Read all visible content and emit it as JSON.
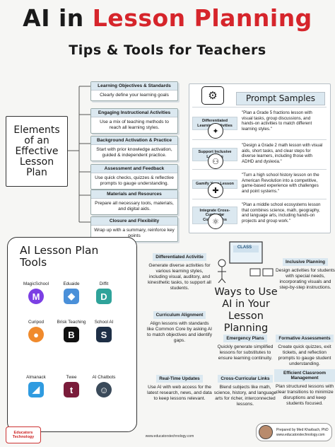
{
  "title": {
    "part1": "AI in ",
    "part2": "Lesson Planning"
  },
  "subtitle": "Tips & Tools for Teachers",
  "elements": {
    "label": "Elements of an Effective Lesson Plan",
    "items": [
      {
        "head": "Learning Objectives & Standards",
        "body": "Clearly define your learning goals"
      },
      {
        "head": "Engaging Instructional Activities",
        "body": "Use a mix of teaching methods to reach all learning styles."
      },
      {
        "head": "Background Activation & Practice",
        "body": "Start with prior knowledge activation, guided & independent practice."
      },
      {
        "head": "Assessment and Feedback",
        "body": "Use quick checks, quizzes & reflective prompts to gauge understanding."
      },
      {
        "head": "Materials and Resources",
        "body": "Prepare all necessary tools, materials, and digital aids."
      },
      {
        "head": "Closure and Flexibility",
        "body": "Wrap up with a summary, reinforce key points"
      }
    ]
  },
  "prompts": {
    "header": "Prompt Samples",
    "rows": [
      {
        "label": "Differentiated Learning Activities",
        "text": "\"Plan a Grade 5 fractions lesson with visual tasks, group discussions, and hands-on activities to match different learning styles.\""
      },
      {
        "label": "Support Inclusive Learning",
        "text": "\"Design a Grade 2 math lesson with visual aids, short tasks, and clear steps for diverse learners, including those with ADHD and dyslexia.\""
      },
      {
        "label": "Gamify Your Lesson",
        "text": "\"Turn a high school history lesson on the American Revolution into a competitive, game-based experience with challenges and point systems.\""
      },
      {
        "label": "Integrate Cross-Curricular Connections",
        "text": "\"Plan a middle school ecosystems lesson that combines science, math, geography, and language arts, including hands-on projects and group work.\""
      }
    ]
  },
  "tools": {
    "title": "AI Lesson Plan Tools",
    "items": [
      {
        "name": "MagicSchool",
        "glyph": "M",
        "color": "#7b3fe4"
      },
      {
        "name": "Eduaide",
        "glyph": "◆",
        "color": "#4a90d9"
      },
      {
        "name": "Diffit",
        "glyph": "D",
        "color": "#2fa39a"
      },
      {
        "name": "Curipod",
        "glyph": "●",
        "color": "#f08a2c"
      },
      {
        "name": "Brisk Teaching",
        "glyph": "B",
        "color": "#111111"
      },
      {
        "name": "School AI",
        "glyph": "S",
        "color": "#1e2f46"
      },
      {
        "name": "Almanack",
        "glyph": "◢",
        "color": "#2f9be0"
      },
      {
        "name": "Twee",
        "glyph": "t",
        "color": "#7a1c3a"
      },
      {
        "name": "AI Chatbots",
        "glyph": "☺",
        "color": "#3a4a5a"
      }
    ]
  },
  "ways": {
    "title": "Ways to Use AI in Your Lesson Planning",
    "class_sign": "CLASS",
    "items": [
      {
        "head": "Differentiated Activitie",
        "body": "Generate diverse activities for various learning styles, including visual, auditory, and kinesthetic tasks, to support all students."
      },
      {
        "head": "Inclusive Planning",
        "body": "Design activities for students with special needs, incorporating visuals and step-by-step instructions."
      },
      {
        "head": "Curriculum Alignment",
        "body": "Align lessons with standards like Common Core by asking AI to match objectives and identify gaps."
      },
      {
        "head": "Emergency Plans",
        "body": "Quickly generate simplified lessons for substitutes to ensure learning continuity."
      },
      {
        "head": "Formative Assessments",
        "body": "Create quick quizzes, exit tickets, and reflection prompts to gauge student understanding."
      },
      {
        "head": "Real-Time Updates",
        "body": "Use AI with web access for the latest research, news, and data to keep lessons relevant."
      },
      {
        "head": "Cross-Curricular Links",
        "body": "Blend subjects like math, science, history, and language arts for richer, interconnected lessons."
      },
      {
        "head": "Efficient Classroom Management",
        "body": "Plan structured lessons with clear transitions to minimize disruptions and keep students focused."
      }
    ]
  },
  "footer": {
    "url": "www.educatorstechnology.com",
    "logo": "Educators Technology",
    "credit_line1": "Prepared by Med Kharbach, PhD",
    "credit_line2": "www.educatorstechnology.com"
  },
  "colors": {
    "accent": "#d6252b",
    "label_bg": "#dbe8f0"
  }
}
